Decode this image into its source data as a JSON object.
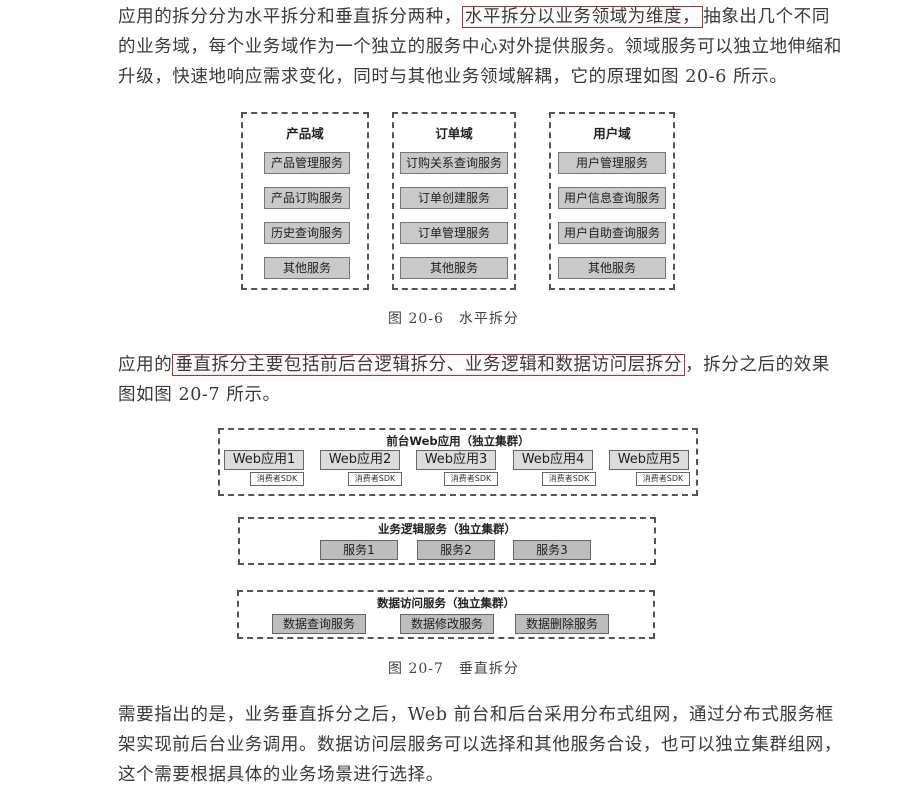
{
  "para1": {
    "before": "应用的拆分分为水平拆分和垂直拆分两种，",
    "highlight": "水平拆分以业务领域为维度，",
    "after": "抽象出几个不同的业务域，每个业务域作为一个独立的服务中心对外提供服务。领域服务可以独立地伸缩和升级，快速地响应需求变化，同时与其他业务领域解耦，它的原理如图 20-6 所示。"
  },
  "fig1": {
    "caption": "图 20-6　水平拆分",
    "domains": [
      {
        "title": "产品域",
        "services": [
          "产品管理服务",
          "产品订购服务",
          "历史查询服务",
          "其他服务"
        ]
      },
      {
        "title": "订单域",
        "services": [
          "订购关系查询服务",
          "订单创建服务",
          "订单管理服务",
          "其他服务"
        ]
      },
      {
        "title": "用户域",
        "services": [
          "用户管理服务",
          "用户信息查询服务",
          "用户自助查询服务",
          "其他服务"
        ]
      }
    ]
  },
  "para2": {
    "before": "应用的",
    "highlight": "垂直拆分主要包括前后台逻辑拆分、业务逻辑和数据访问层拆分",
    "after": "，拆分之后的效果图如图 20-7 所示。"
  },
  "fig2": {
    "caption": "图 20-7　垂直拆分",
    "web_layer": {
      "title": "前台Web应用（独立集群）",
      "apps": [
        "Web应用1",
        "Web应用2",
        "Web应用3",
        "Web应用4",
        "Web应用5"
      ],
      "sdk": "消费者SDK"
    },
    "biz_layer": {
      "title": "业务逻辑服务（独立集群）",
      "services": [
        "服务1",
        "服务2",
        "服务3"
      ]
    },
    "data_layer": {
      "title": "数据访问服务（独立集群）",
      "services": [
        "数据查询服务",
        "数据修改服务",
        "数据删除服务"
      ]
    }
  },
  "para3": {
    "text": "需要指出的是，业务垂直拆分之后，Web 前台和后台采用分布式组网，通过分布式服务框架实现前后台业务调用。数据访问层服务可以选择和其他服务合设，也可以独立集群组网，这个需要根据具体的业务场景进行选择。"
  }
}
